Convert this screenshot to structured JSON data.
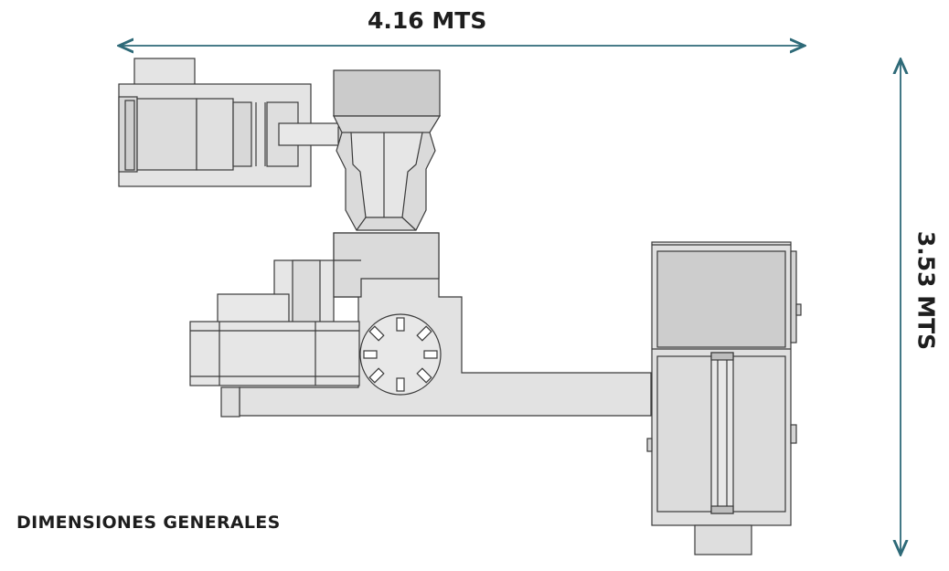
{
  "dimensions": {
    "width_label": "4.16 MTS",
    "height_label": "3.53 MTS"
  },
  "caption": "DIMENSIONES GENERALES",
  "colors": {
    "arrow": "#2e6a78",
    "machine_fill": "#e4e4e4",
    "machine_fill_dark": "#cfcfcf",
    "machine_stroke": "#3a3a3a",
    "text": "#1e1e1e"
  },
  "icons": [
    "double-arrow-horizontal",
    "double-arrow-vertical",
    "machine-top-view"
  ]
}
